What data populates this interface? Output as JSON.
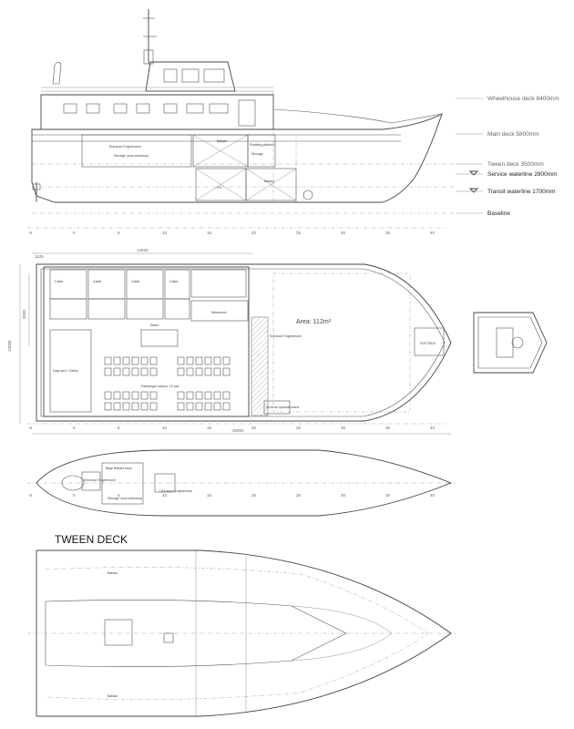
{
  "profile": {
    "levels": [
      {
        "label": "Wheelhouse deck 8400mm",
        "emphasis": false
      },
      {
        "label": "Main deck 5800mm",
        "emphasis": false
      },
      {
        "label": "Tween deck 3500mm",
        "emphasis": false
      },
      {
        "label": "Service waterline 2800mm",
        "emphasis": true
      },
      {
        "label": "Transit waterline 1700mm",
        "emphasis": true
      },
      {
        "label": "Baseline",
        "emphasis": true
      }
    ],
    "compartments": {
      "ballast_upper": "Ballast",
      "ballast_lower": "Ballast",
      "tank": "FO",
      "storage": "Storage room workshop",
      "entrance": "Entrance Engineroom",
      "tank_small": "Rotating platform",
      "storage_small": "Storage"
    },
    "frames": [
      "-5",
      "0",
      "5",
      "10",
      "15",
      "20",
      "25",
      "30",
      "35",
      "40"
    ]
  },
  "main_deck": {
    "dimensions": {
      "total_length": "30000",
      "forward_length": "14625",
      "breadth": "12000",
      "inner_breadth": "3500",
      "aft_offset": "1125"
    },
    "area_label": "Area: 112m²",
    "softbox_label": "SOFTBOX",
    "passenger_label": "Passenger saloon: 24 pax",
    "messroom_label": "Messroom",
    "dayroom_label": "Dayroom / Galley",
    "crane_label": "Area for optional crane",
    "entrance_label": "Entrance Engineroom",
    "stairs_label": "Stairs",
    "cabin_labels": [
      "Cabin",
      "Cabin",
      "Cabin",
      "Cabin"
    ],
    "frames": [
      "-5",
      "0",
      "5",
      "10",
      "15",
      "20",
      "25",
      "30",
      "35",
      "40"
    ]
  },
  "tween_deck": {
    "title": "TWEEN DECK",
    "room_labels": [
      "Bilge Ballast room",
      "Entrance Engineroom",
      "Storage room workshop",
      "LSA store Engineroom"
    ],
    "frames": [
      "-5",
      "0",
      "5",
      "10",
      "15",
      "20",
      "25",
      "30",
      "35",
      "40"
    ]
  },
  "hull_bottom": {
    "ballast_labels": [
      "Ballast",
      "Ballast"
    ]
  }
}
